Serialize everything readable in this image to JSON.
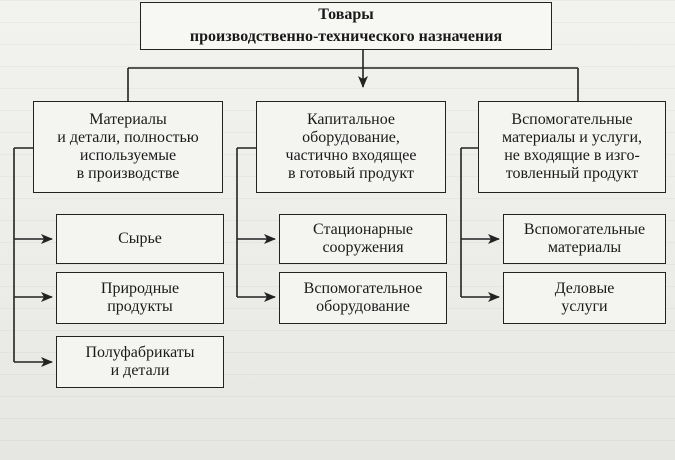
{
  "diagram": {
    "root": {
      "line1": "Товары",
      "line2": "производственно-технического назначения"
    },
    "categories": [
      {
        "label": "Материалы\nи детали, полностью\nиспользуемые\nв производстве",
        "items": [
          "Сырье",
          "Природные\nпродукты",
          "Полуфабрикаты\nи детали"
        ]
      },
      {
        "label": "Капитальное\nоборудование,\nчастично входящее\nв готовый продукт",
        "items": [
          "Стационарные\nсооружения",
          "Вспомогательное\nоборудование"
        ]
      },
      {
        "label": "Вспомогательные\nматериалы  и услуги,\nне входящие в изго-\nтовленный продукт",
        "items": [
          "Вспомогательные\nматериалы",
          "Деловые\nуслуги"
        ]
      }
    ]
  }
}
